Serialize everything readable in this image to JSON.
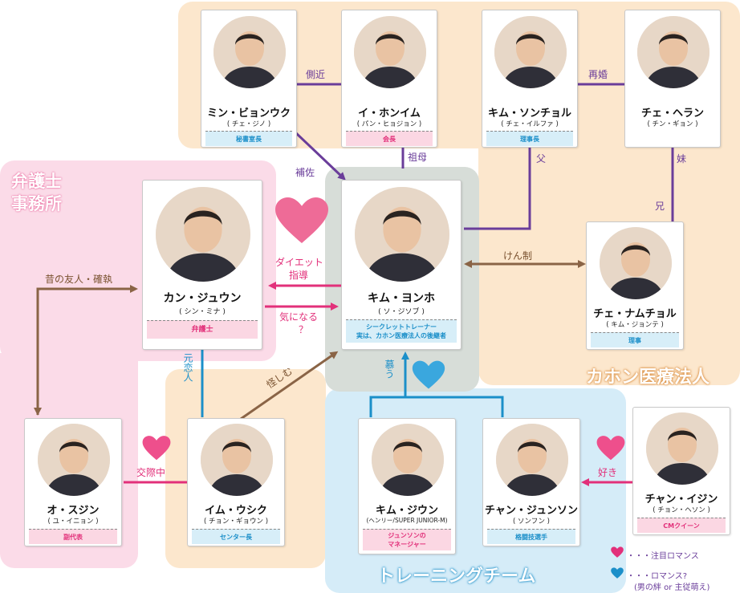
{
  "colors": {
    "zone_hospital": "#fce7cd",
    "zone_law": "#fbdbe8",
    "zone_training": "#d5ecf8",
    "zone_center": "#d7ddd8",
    "purple": "#6a3d9a",
    "brown": "#8a6446",
    "pink": "#e2307a",
    "blue": "#1b8fc9"
  },
  "zones": {
    "law_firm": "弁護士\n事務所",
    "hospital": "カホン医療法人",
    "training": "トレーニングチーム"
  },
  "people": {
    "min": {
      "name": "ミン・ビョンウク",
      "actor": "( チェ・ジノ )",
      "role": "秘書室長",
      "icon": "man-glasses-suit-portrait"
    },
    "lee": {
      "name": "イ・ホンイム",
      "actor": "( パン・ヒョジョン )",
      "role": "会長",
      "icon": "elderly-woman-portrait"
    },
    "kimsc": {
      "name": "キム・ソンチョル",
      "actor": "( チェ・イルファ )",
      "role": "理事長",
      "icon": "older-man-portrait"
    },
    "choe": {
      "name": "チェ・ヘラン",
      "actor": "( チン・ギョン )",
      "role": "",
      "icon": "woman-portrait"
    },
    "kang": {
      "name": "カン・ジュウン",
      "actor": "( シン・ミナ )",
      "role": "弁護士",
      "icon": "woman-surprised-portrait"
    },
    "kimyh": {
      "name": "キム・ヨンホ",
      "actor": "( ソ・ジソブ )",
      "role1": "シークレットトレーナー",
      "role2": "実は、カホン医療法人の後継者",
      "icon": "man-hand-chin-portrait"
    },
    "chenc": {
      "name": "チェ・ナムチョル",
      "actor": "( キム・ジョンテ )",
      "role": "理事",
      "icon": "man-glasses-portrait"
    },
    "oh": {
      "name": "オ・スジン",
      "actor": "( ユ・イニョン )",
      "role": "副代表",
      "icon": "woman-short-hair-portrait"
    },
    "im": {
      "name": "イム・ウシク",
      "actor": "( チョン・ギョウン )",
      "role": "センター長",
      "icon": "man-smiling-suit-portrait"
    },
    "kimjw": {
      "name": "キム・ジウン",
      "actor": "(ヘンリー/SUPER JUNIOR-M)",
      "role1": "ジュンソンの",
      "role2": "マネージャー",
      "icon": "young-man-glasses-portrait"
    },
    "jang": {
      "name": "チャン・ジュンソン",
      "actor": "( ソンフン )",
      "role": "格闘技選手",
      "icon": "man-boxing-portrait"
    },
    "jangij": {
      "name": "チャン・イジン",
      "actor": "( チョン・ヘソン )",
      "role": "CMクイーン",
      "icon": "woman-long-hair-portrait"
    }
  },
  "relations": {
    "sokkin": "側近",
    "saikon": "再婚",
    "hosa": "補佐",
    "sobo": "祖母",
    "chichi": "父",
    "imouto": "妹",
    "ani": "兄",
    "kensei": "けん制",
    "diet1": "ダイエット",
    "diet2": "指導",
    "kininaru1": "気になる",
    "kininaru2": "？",
    "mukashi": "昔の友人・確執",
    "motokoi": "元恋人",
    "ayashimu": "怪しむ",
    "shitau": "慕う",
    "kousai": "交際中",
    "suki": "好き"
  },
  "legend": {
    "pink_text": "・・・注目ロマンス",
    "blue_text1": "・・・ロマンス?",
    "blue_text2": "(男の絆 or 主従萌え)",
    "pink_icon": "pink-heart-icon",
    "blue_icon": "blue-heart-icon"
  }
}
